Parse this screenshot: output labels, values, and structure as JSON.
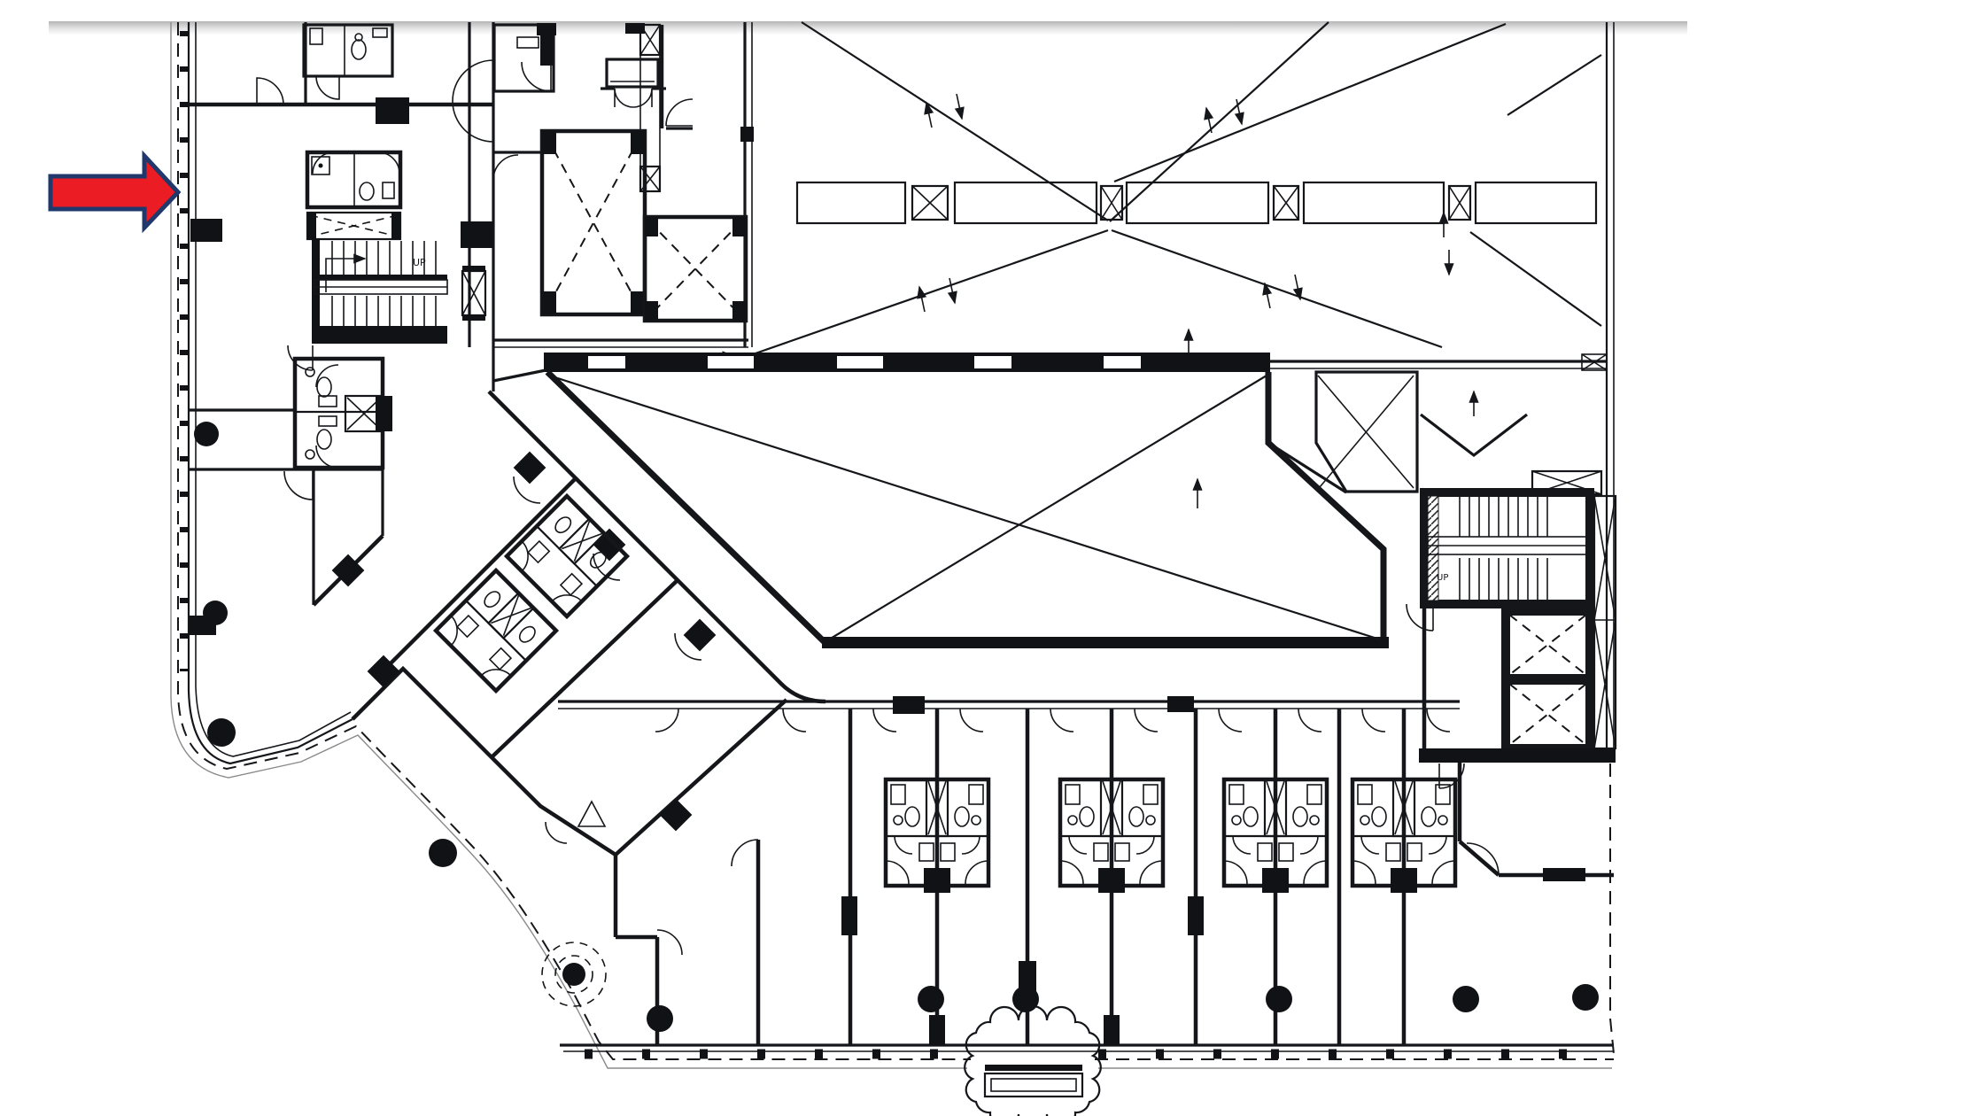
{
  "page": {
    "background": "#ffffff",
    "top_shadow_color": "#b5b5b5",
    "paper_color": "#ffffff"
  },
  "annotation_arrow": {
    "fill": "#ec1c24",
    "outline": "#20386b",
    "direction": "right",
    "points_at": "left boundary wall of the floor plan"
  },
  "labels": {
    "stair_up_1": "UP",
    "stair_up_2": "UP"
  },
  "drawing": {
    "type": "architectural floor plan",
    "line_color": "#14161a",
    "features": [
      "red-arrow-annotation-icon",
      "stair-icon",
      "lift-shaft-x-icon",
      "service-shaft-dashed-x-icon",
      "planter-box-stipple-icon",
      "bathroom-pod-icon",
      "wc-icon",
      "basin-icon",
      "door-swing-arc-icon",
      "column-dot-icon",
      "tree-symbol-icon",
      "entrance-canopy-icon",
      "site-boundary-dashed-line",
      "void-cross-x",
      "slope-arrow-icon"
    ]
  }
}
